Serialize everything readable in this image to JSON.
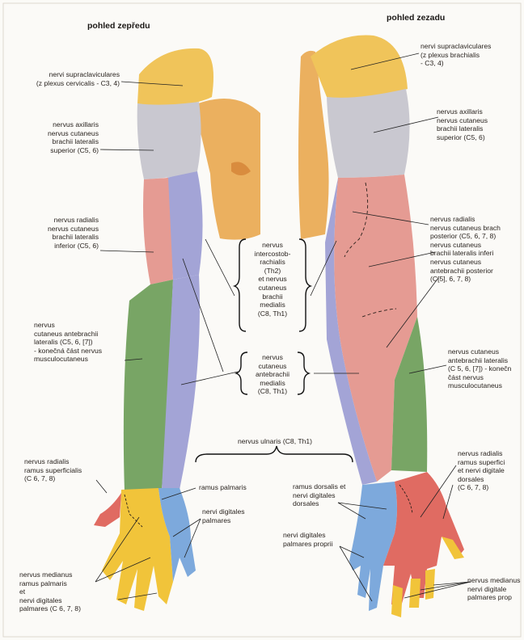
{
  "colors": {
    "supraclavicular": "#f0c45a",
    "axillaris": "#c9c8d0",
    "radialis": "#e59b93",
    "cutaneus_lateralis": "#78a565",
    "cutaneus_medialis": "#a3a4d6",
    "ulnaris": "#7da9dc",
    "medianus": "#f1c43a",
    "radialis_hand": "#e06b62",
    "skin": "#e9a74e"
  },
  "headings": {
    "front": "pohled zepředu",
    "back": "pohled zezadu"
  },
  "front_labels": {
    "supraclav": "nervi supraclaviculares\n(z plexus cervicalis - C3, 4)",
    "axillaris": "nervus axillaris\nnervus cutaneus\nbrachii lateralis\nsuperior (C5, 6)",
    "radialis": "nervus radialis\nnervus cutaneus\nbrachii lateralis\ninferior (C5, 6)",
    "antebrachii_lat": "nervus\ncutaneus antebrachii\nlateralis (C5, 6, [7])\n- konečná část nervus\nmusculocutaneus",
    "ramus_superf": "nervus radialis\nramus superficialis\n(C 6, 7, 8)",
    "ramus_palmaris": "ramus palmaris",
    "digit_palmares": "nervi digitales\npalmares",
    "medianus": "nervus medianus\nramus palmaris\net\nnervi digitales\npalmares (C 6, 7, 8)"
  },
  "center_labels": {
    "intercosto": "nervus\nintercostob-\nrachialis\n(Th2)\net nervus\ncutaneus\nbrachii\nmedialis\n(C8, Th1)",
    "antebrachii_med": "nervus\ncutaneus\nantebrachii\nmedialis\n(C8, Th1)",
    "ulnaris": "nervus ulnaris (C8, Th1)"
  },
  "back_labels": {
    "supraclav": "nervi supraclaviculares\n(z plexus brachialis\n- C3, 4)",
    "axillaris": "nervus axillaris\nnervus cutaneus\nbrachii lateralis\nsuperior (C5, 6)",
    "radialis": "nervus radialis\nnervus cutaneus brach\nposterior (C5, 6, 7, 8)\nnervus cutaneus\nbrachii lateralis inferi\nnervus cutaneus\nantebrachii posterior\n(C[5], 6, 7, 8)",
    "antebrachii_lat": "nervus cutaneus\nantebrachii lateralis\n(C 5, 6, [7]) - konečn\nčást nervus\nmusculocutaneus",
    "ramus_superf": "nervus radialis\nramus superfici\net nervi digitale\ndorsales\n(C 6, 7, 8)",
    "dorsalis": "ramus dorsalis et\nnervi digitales\ndorsales",
    "proprii": "nervi digitales\npalmares proprii",
    "medianus": "nervus medianus\nnervi digitale\npalmares prop"
  }
}
